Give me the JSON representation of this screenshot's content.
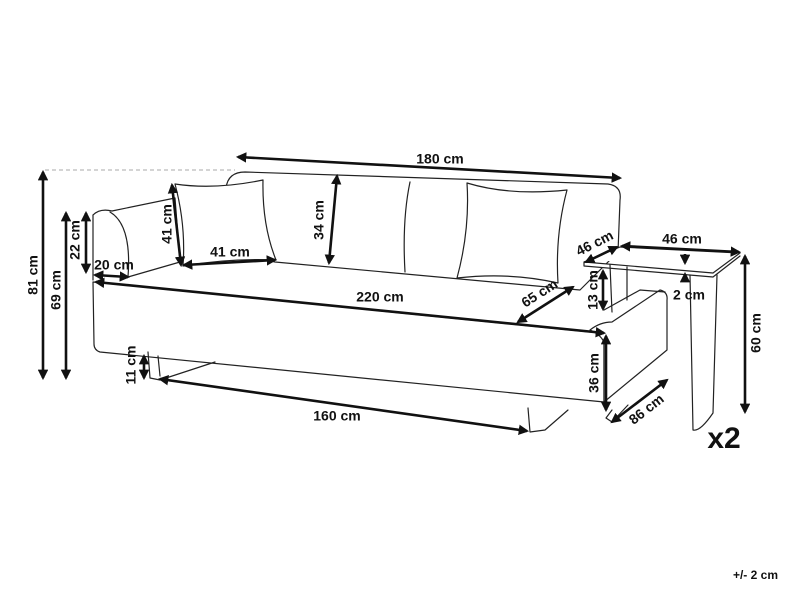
{
  "title": "Sofa and side table dimensions",
  "labels": {
    "back_width": "180 cm",
    "total_height": "81 cm",
    "arm_height": "69 cm",
    "arm_rise": "22 cm",
    "arm_width": "20 cm",
    "pillow_height": "41 cm",
    "pillow_width": "41 cm",
    "back_height": "34 cm",
    "total_width": "220 cm",
    "seat_depth": "65 cm",
    "table_clearance": "13 cm",
    "table_depth": "46 cm",
    "table_width": "46 cm",
    "table_thickness": "2 cm",
    "table_height": "60 cm",
    "seat_height": "36 cm",
    "total_depth": "86 cm",
    "leg_height": "11 cm",
    "base_length": "160 cm",
    "table_quantity": "x2",
    "tolerance": "+/- 2 cm"
  }
}
